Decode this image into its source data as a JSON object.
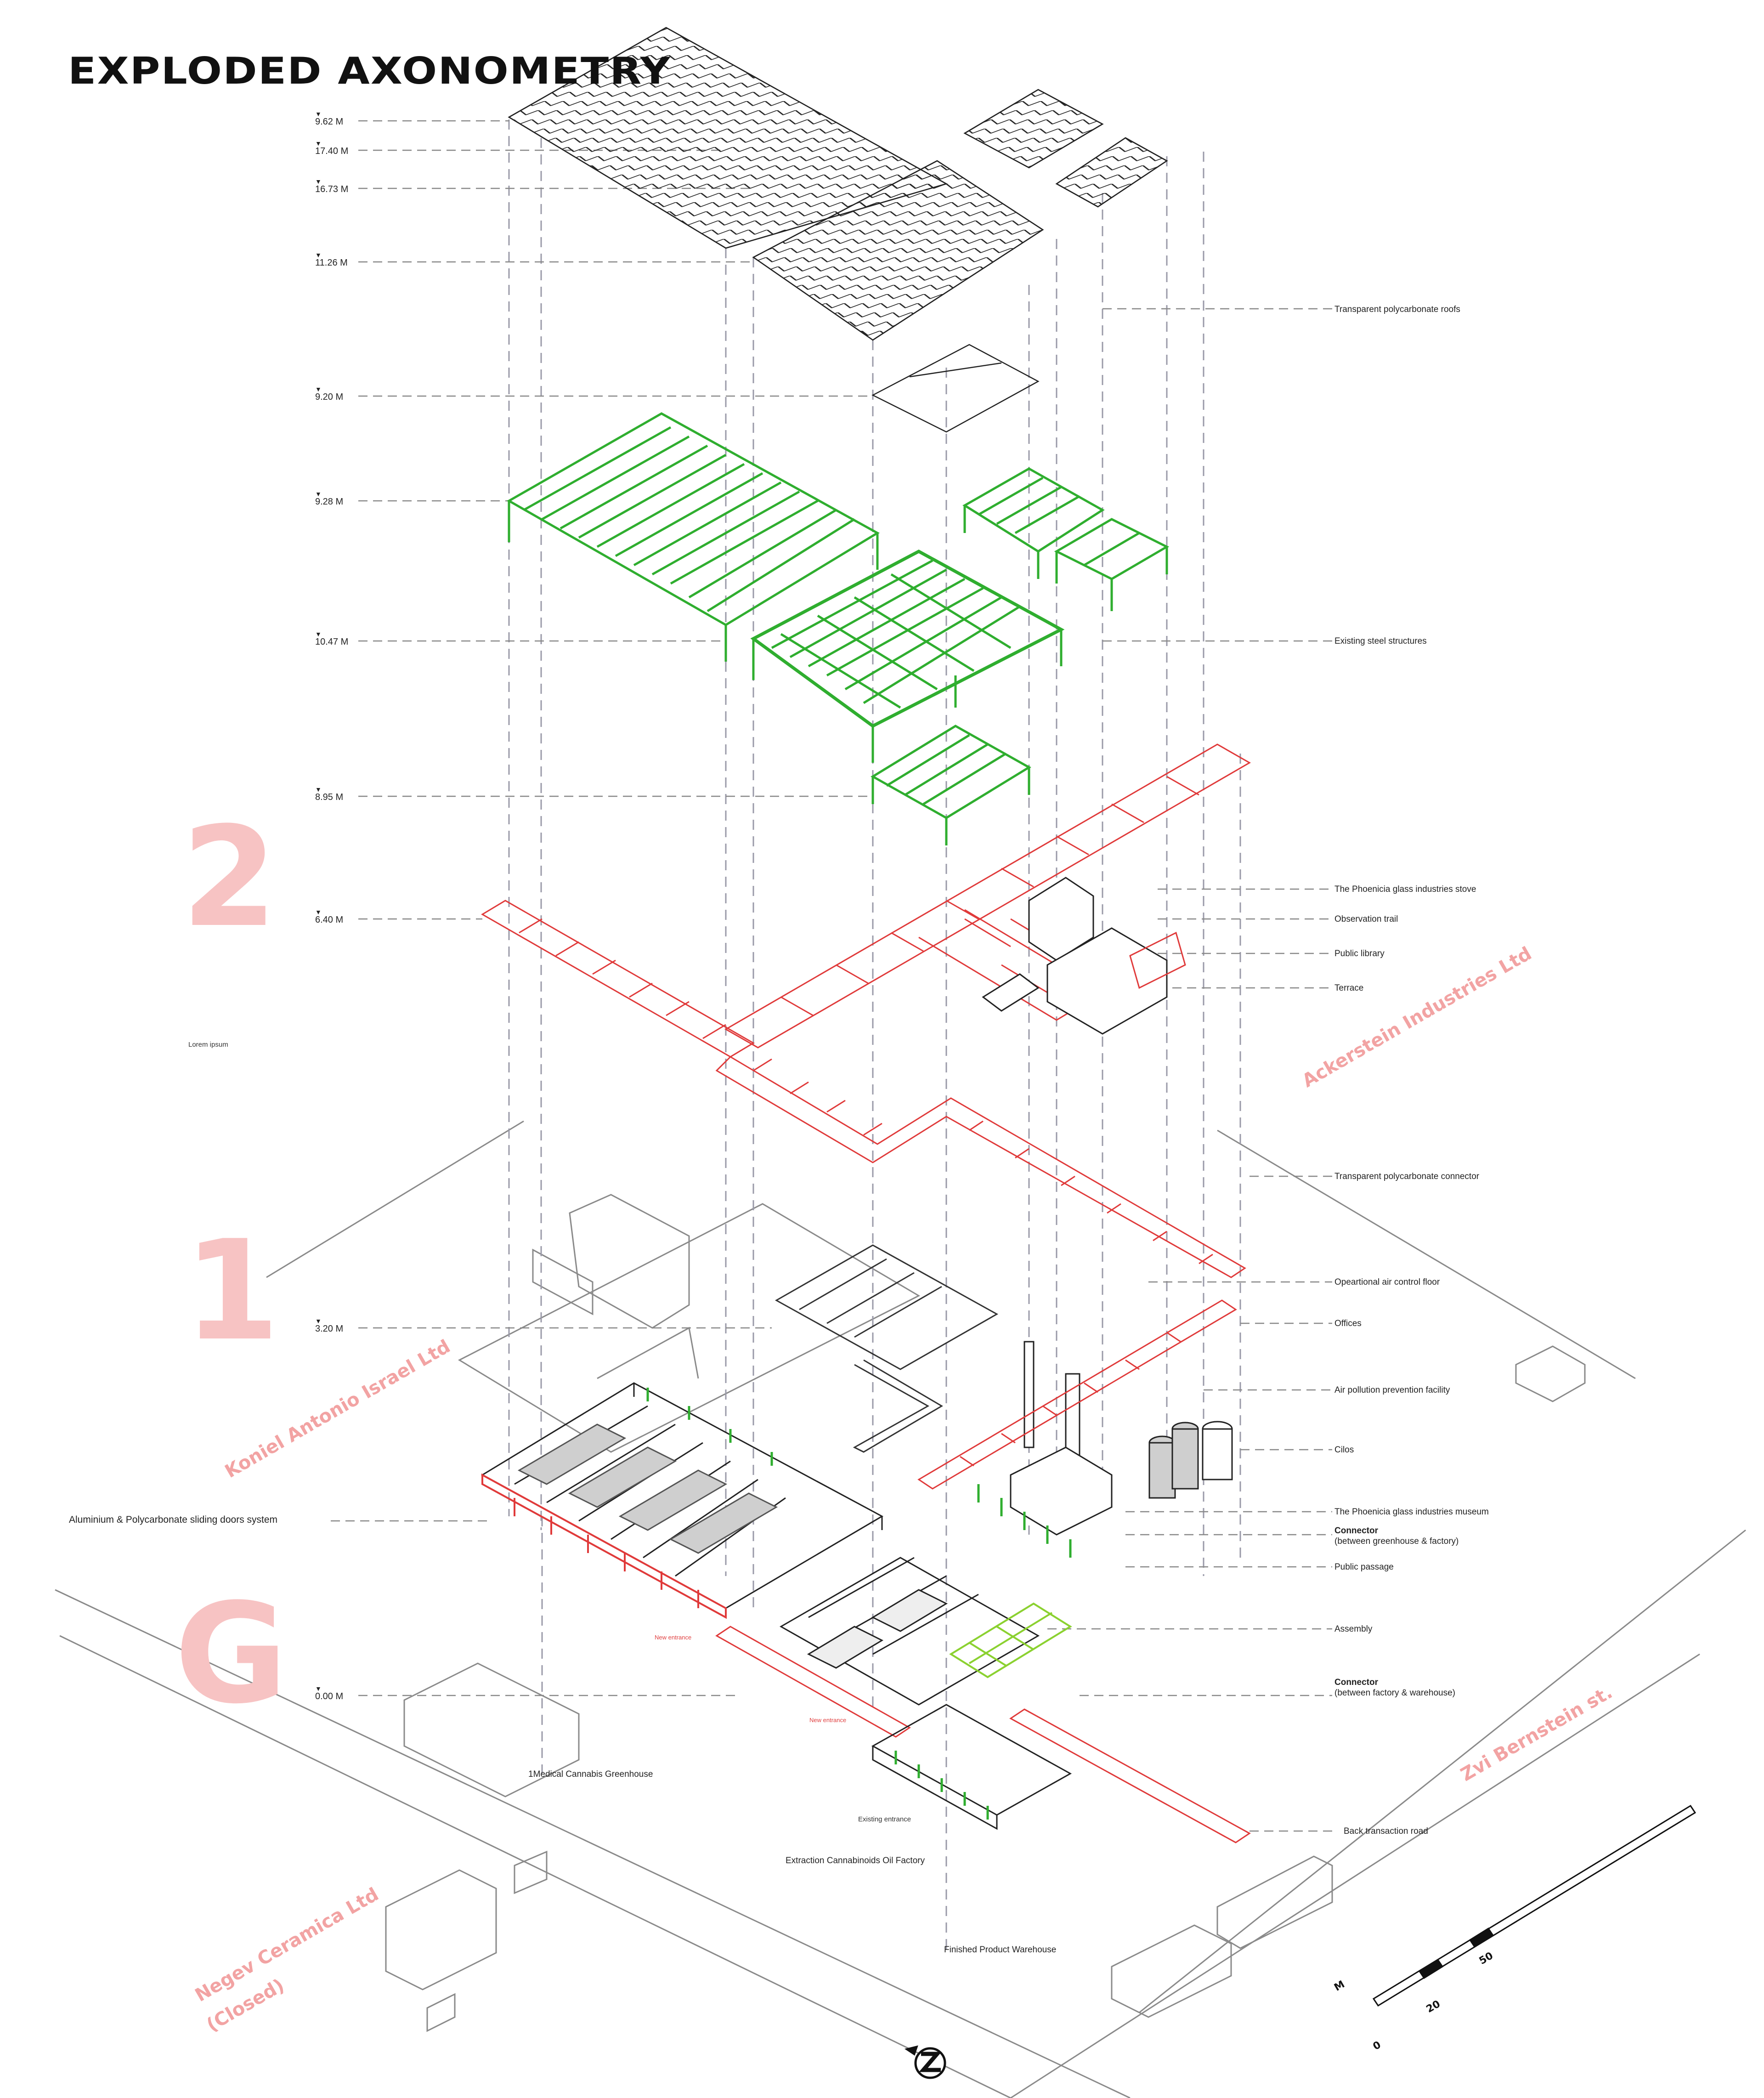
{
  "title": "EXPLODED AXONOMETRY",
  "levels": [
    "9.62 M",
    "17.40 M",
    "16.73 M",
    "11.26 M",
    "9.20 M",
    "9.28 M",
    "10.47 M",
    "8.95 M",
    "6.40 M",
    "3.20 M",
    "0.00 M"
  ],
  "floors": {
    "second": "2",
    "first": "1",
    "ground": "G"
  },
  "callouts": {
    "roofs": "Transparent polycarbonate roofs",
    "steel": "Existing steel structures",
    "stove": "The Phoenicia glass industries stove",
    "trail": "Observation trail",
    "library": "Public library",
    "terrace": "Terrace",
    "connector_roof": "Transparent polycarbonate connector",
    "air_floor": "Opeartional air control floor",
    "offices": "Offices",
    "pollution": "Air pollution prevention facility",
    "silos": "Cilos",
    "museum": "The Phoenicia glass industries museum",
    "conn1_title": "Connector",
    "conn1_sub": "(between greenhouse & factory)",
    "passage": "Public passage",
    "assembly": "Assembly",
    "conn2_title": "Connector",
    "conn2_sub": "(between factory & warehouse)",
    "back_road": "Back transaction road",
    "sliding": "Aluminium & Polycarbonate sliding doors system",
    "greenhouse": "1Medical Cannabis Greenhouse",
    "factory": "Extraction Cannabinoids Oil Factory",
    "warehouse": "Finished Product Warehouse",
    "existing_entrance": "Existing entrance",
    "new_entrance_1": "New entrance",
    "new_entrance_2": "New entrance",
    "lorem": "Lorem ipsum"
  },
  "neighbors": {
    "ackerstein": "Ackerstein Industries Ltd",
    "koniel": "Koniel Antonio Israel Ltd",
    "zvi": "Zvi Bernstein st.",
    "negev1": "Negev Ceramica Ltd",
    "negev2": "(Closed)"
  },
  "scale": {
    "unit": "M",
    "ticks": [
      "0",
      "20",
      "50"
    ]
  },
  "colors": {
    "steel": "#2fae2f",
    "connector": "#e03a3a",
    "watermark": "#f4b6b6",
    "lines": "#555555"
  }
}
